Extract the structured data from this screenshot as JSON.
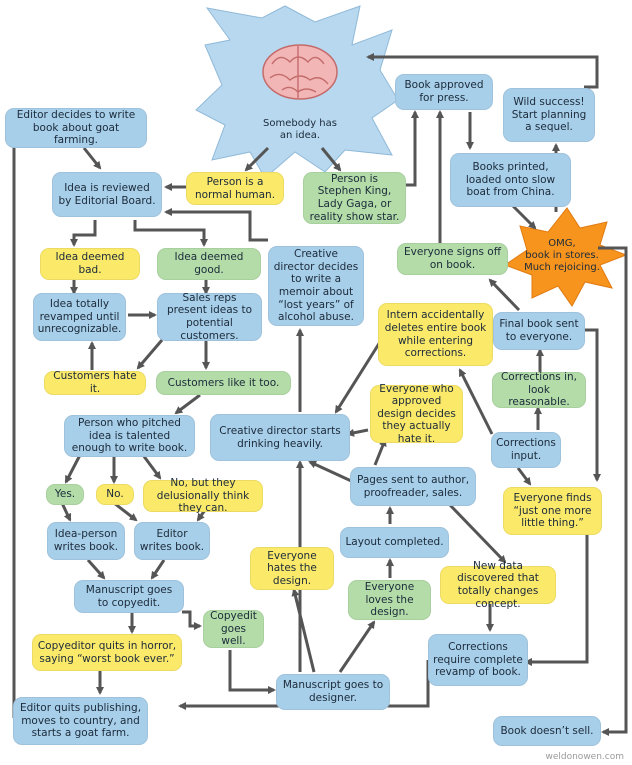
{
  "idea_burst": {
    "label": "Somebody has\nan idea."
  },
  "omg_burst": {
    "label": "OMG,\nbook in stores.\nMuch rejoicing."
  },
  "nodes": {
    "editor_goat": "Editor decides to write book about goat farming.",
    "editorial_board": "Idea is reviewed by Editorial Board.",
    "normal_human": "Person is a normal human.",
    "stephen_king": "Person is Stephen King, Lady Gaga, or reality show star.",
    "book_approved": "Book approved for press.",
    "wild_success": "Wild success! Start planning a sequel.",
    "books_printed": "Books printed, loaded onto slow boat from China.",
    "deemed_bad": "Idea deemed bad.",
    "deemed_good": "Idea deemed good.",
    "creative_memoir": "Creative director decides to write a memoir about “lost years” of alcohol abuse.",
    "everyone_signs": "Everyone signs off on book.",
    "revamped": "Idea totally revamped until unrecognizable.",
    "sales_reps": "Sales reps present ideas to potential customers.",
    "intern_deletes": "Intern accidentally deletes entire book while entering corrections.",
    "final_book_sent": "Final book sent to everyone.",
    "customers_hate": "Customers hate it.",
    "customers_like": "Customers like it too.",
    "everyone_approved_hate": "Everyone who approved design decides they actually hate it.",
    "corrections_reasonable": "Corrections in, look reasonable.",
    "person_pitched": "Person who pitched idea is talented enough to write book.",
    "creative_drinking": "Creative director starts drinking heavily.",
    "corrections_input": "Corrections input.",
    "yes": "Yes.",
    "no": "No.",
    "no_but": "No, but they delusionally think they can.",
    "pages_sent": "Pages sent to author, proofreader, sales.",
    "little_thing": "Everyone finds “just one more little thing.”",
    "idea_person_writes": "Idea-person writes book.",
    "editor_writes": "Editor writes book.",
    "layout_completed": "Layout completed.",
    "everyone_hates_design": "Everyone hates the design.",
    "manuscript_copyedit": "Manuscript goes to copyedit.",
    "new_data": "New data discovered that totally changes concept.",
    "copyedit_well": "Copyedit goes well.",
    "everyone_loves_design": "Everyone loves the design.",
    "copyeditor_quits": "Copyeditor quits in horror, saying “worst book ever.”",
    "corrections_revamp": "Corrections require complete revamp of book.",
    "manuscript_designer": "Manuscript goes to designer.",
    "editor_quits": "Editor quits publishing, moves to country, and starts a goat farm.",
    "book_doesnt_sell": "Book doesn’t sell."
  },
  "colors": {
    "blue": "#a8cfe9",
    "yellow": "#fbe96a",
    "green": "#b3dca8",
    "arrow": "#555555",
    "burst_orange": "#f7941d"
  },
  "credit": "weldonowen.com"
}
